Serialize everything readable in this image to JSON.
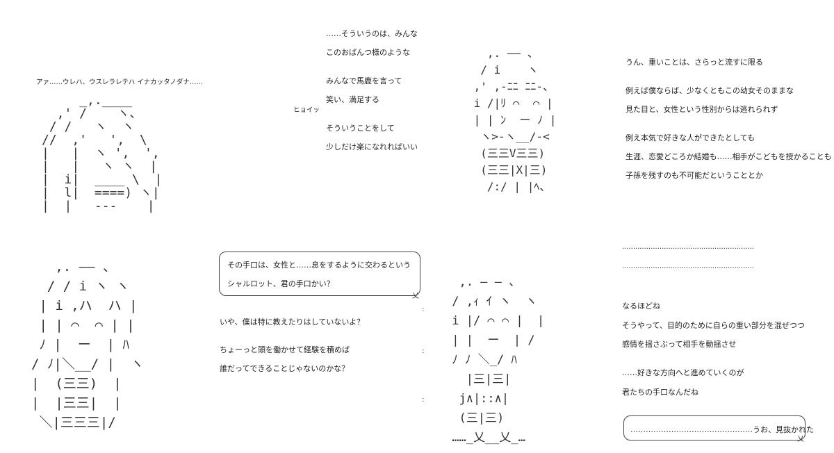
{
  "panel1": {
    "speech": "アァ……ウレハ、ウスレラレテハ イナカッタノダナ……",
    "sfx": "ヒョイッ",
    "lines": [
      "……そういうのは、みんな",
      "このおばんつ様のような",
      "みんなで馬鹿を言って",
      "笑い、満足する",
      "そういうことをして",
      "少しだけ楽になれればいい"
    ]
  },
  "panel2": {
    "lines": [
      "うん、重いことは、さらっと流すに限る",
      "例えば僕ならば、少なくともこの幼女そのままな",
      "見た目と、女性という性別からは逃れられず",
      "例え本気で好きな人ができたとしても",
      "生涯、恋愛どころか結婚も……相手がこどもを授かることも",
      "子孫を残すのも不可能だということとか"
    ]
  },
  "panel3": {
    "bubble_lines": [
      "その手口は、女性と……息をするように交わるという",
      "シャルロット、君の手口かい？"
    ],
    "lines": [
      "いや、僕は特に教えたりはしていないよ？",
      "ちょーっと頭を働かせて経験を積めば",
      "誰だってできることじゃないのかな？"
    ]
  },
  "panel4": {
    "dots": [
      "……………………………………………………",
      "……………………………………………………"
    ],
    "lines": [
      "なるほどね",
      "そうやって、目的のために自らの重い部分を混ぜつつ",
      "感情を揺さぶって相手を動揺させ",
      "……好きな方向へと進めていくのが",
      "君たちの手口なんだね"
    ],
    "bubble_text": "…………………………………………うお、見抜かれた"
  },
  "art": {
    "panel1_figure": "     _,.____\n  ,' /    ヽ、\n / /   ヽ  ヽ\n//  ,'   ',  \\\n|   |  ヽ ',  ',\n|   |   ヽ ヽ  |\n|  i|  ____ \\  |\n|  l|  ====) ヽ|\n|  |   ---    |",
    "panel2_figure": "   ,. ―― 、\n  / i    ヽ\n ,' ,-ﾆﾆ ﾆﾆ-、\n i /|ﾘ ⌒  ⌒ |\n | | ﾝ  ー ﾉ |\n  ヽ>-ヽ__/-<\n  (三三V三三)\n  (三三|X|三)\n   /:/ | |ﾍ、",
    "panel3_figure": "   ,. ―― 、\n  / / i ヽ ヽ\n | i ,ハ  ハ |\n | | ⌒  ⌒ | |\n ﾉ |  ー  | ﾊ\n/ ﾉ|＼__/ |  ヽ\n|  (三三)  |\n|  |三三|  |\n ＼|三三三|/",
    "panel4_figure": "  ,. ― ― 、\n / ,ｨ ｲ ヽ  ヽ\n i |/ ⌒ ⌒ |  |\n | |  ー  | /\n ﾉ ﾉ ＼_/ ﾊ\n   |三|三|\n  j∧|::∧|\n  (三|三)\n ……_乂__乂_…"
  }
}
